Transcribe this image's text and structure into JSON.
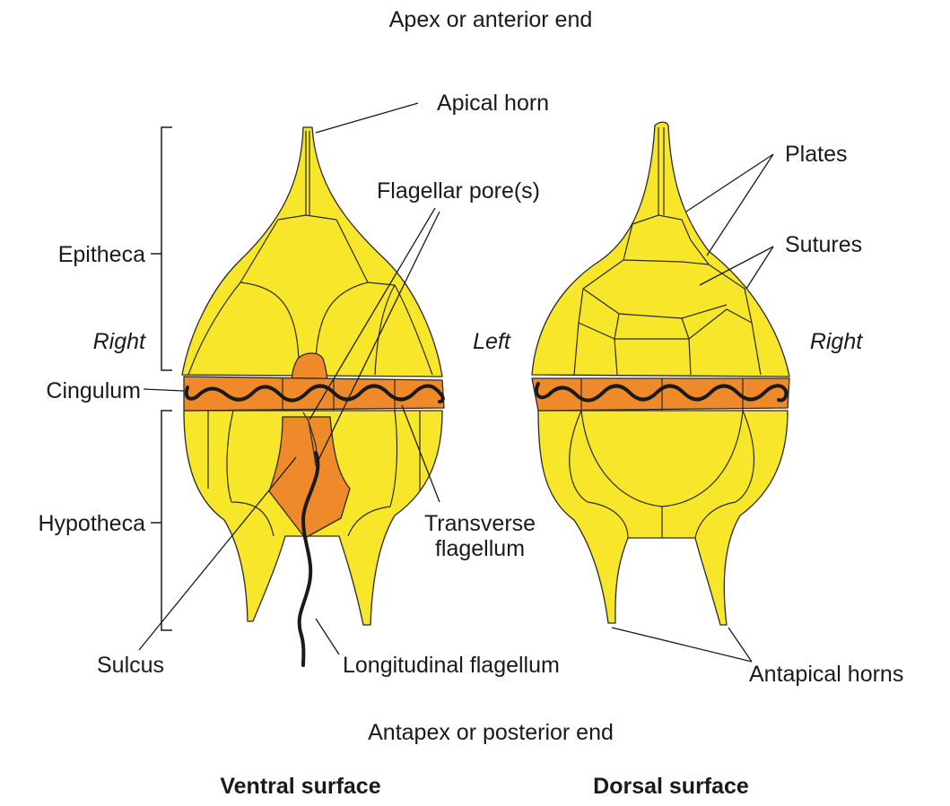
{
  "labels": {
    "apex": "Apex or anterior end",
    "apical_horn": "Apical horn",
    "flagellar_pores": "Flagellar pore(s)",
    "plates": "Plates",
    "sutures": "Sutures",
    "epitheca": "Epitheca",
    "right_ventral": "Right",
    "left": "Left",
    "right_dorsal": "Right",
    "cingulum": "Cingulum",
    "hypotheca": "Hypotheca",
    "transverse_flagellum_line1": "Transverse",
    "transverse_flagellum_line2": "flagellum",
    "sulcus": "Sulcus",
    "longitudinal_flagellum": "Longitudinal flagellum",
    "antapical_horns": "Antapical horns",
    "antapex": "Antapex or posterior end",
    "ventral_surface": "Ventral surface",
    "dorsal_surface": "Dorsal surface"
  },
  "colors": {
    "plate_fill": "#f7e62a",
    "cingulum_fill": "#ee8a2a",
    "outline": "#2a2a2a",
    "text": "#1a1a1a"
  }
}
